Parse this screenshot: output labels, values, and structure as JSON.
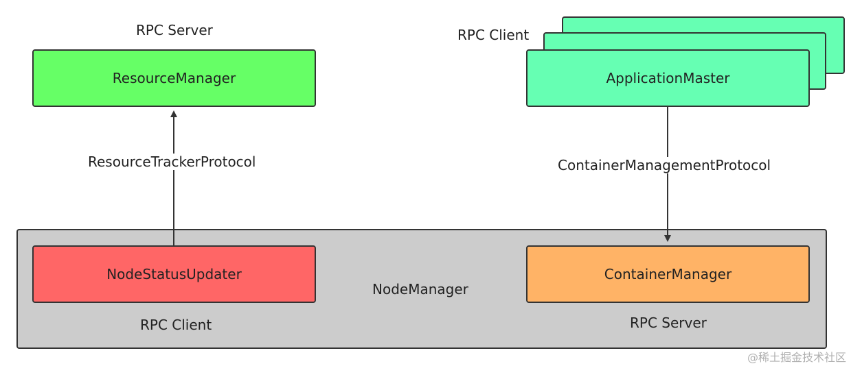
{
  "resource_manager": {
    "label": "ResourceManager",
    "role": "RPC Server",
    "color": "#66ff66"
  },
  "application_master": {
    "label": "ApplicationMaster",
    "role": "RPC Client",
    "color": "#66ffb3"
  },
  "node_manager": {
    "label": "NodeManager",
    "color": "#cccccc",
    "node_status_updater": {
      "label": "NodeStatusUpdater",
      "role": "RPC Client",
      "color": "#ff6666"
    },
    "container_manager": {
      "label": "ContainerManager",
      "role": "RPC Server",
      "color": "#ffb366"
    }
  },
  "protocols": {
    "resource_tracker": "ResourceTrackerProtocol",
    "container_management": "ContainerManagementProtocol"
  },
  "watermark": "@稀土掘金技术社区"
}
